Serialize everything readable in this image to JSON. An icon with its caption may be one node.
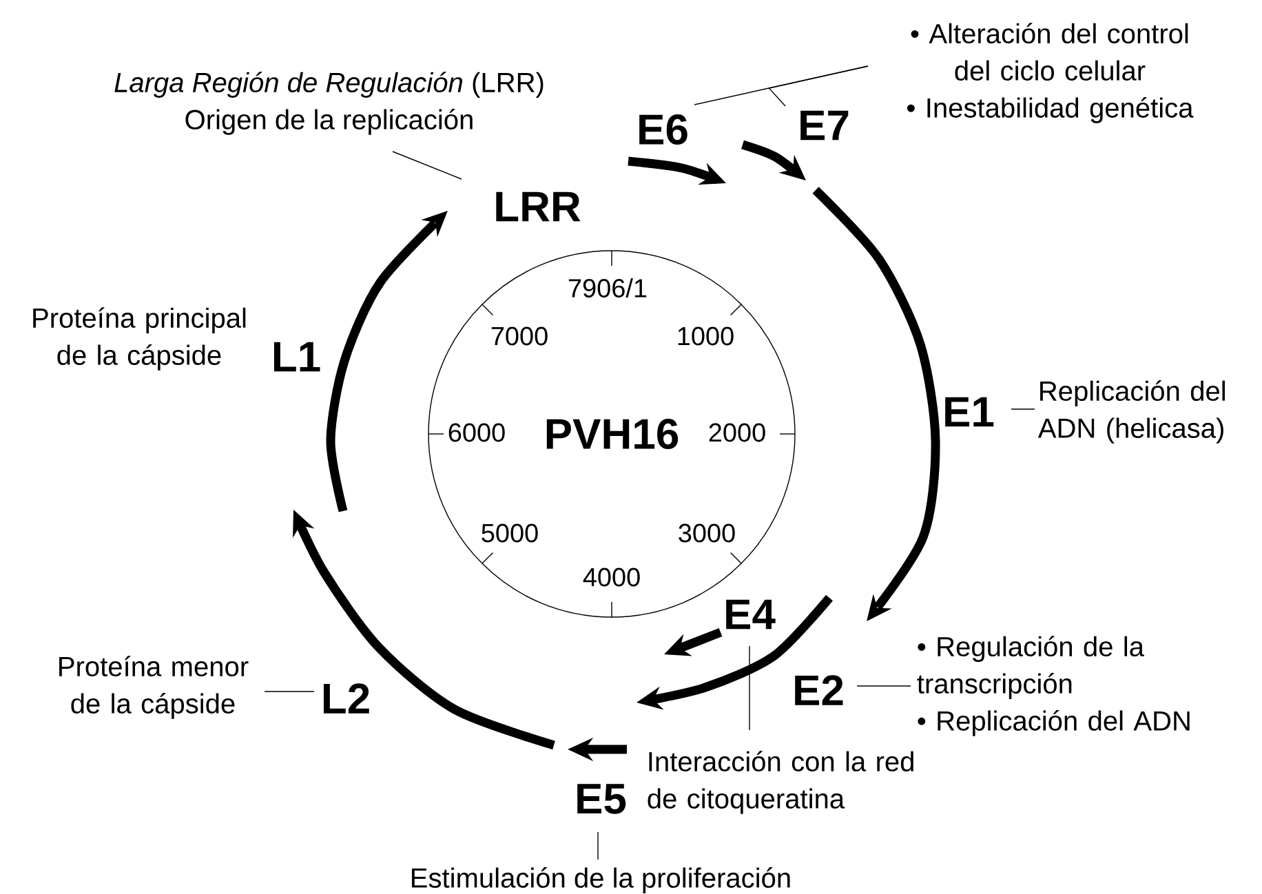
{
  "diagram": {
    "nodes": [
      {
        "text": [
          "*Larga Región de Regulación* (LRR)",
          "Origen de la replicación"
        ]
      },
      {
        "text": [
          "LRR"
        ]
      },
      {
        "text": [
          "• Alteración del control del ciclo celular",
          "• Inestabilidad genética"
        ]
      },
      {
        "text": [
          "E6"
        ]
      },
      {
        "text": [
          "E7"
        ]
      },
      {
        "text": [
          "L1"
        ],
        "beside": [
          "Proteína principal de la cápside"
        ]
      },
      {
        "text": [
          "PVH16"
        ]
      },
      {
        "text": [
          "E1"
        ]
      },
      {
        "text": [
          "Replicación del ADN (helicasa)"
        ]
      },
      {
        "text": [
          "E4"
        ]
      },
      {
        "text": [
          "E2"
        ]
      },
      {
        "text": [
          "• Regulación de la transcripción",
          "• Replicación del ADN"
        ]
      },
      {
        "text": [
          "Proteína menor de la cápside"
        ]
      },
      {
        "text": [
          "L2"
        ]
      },
      {
        "text": [
          "Interacción con la red de citoqueratina"
        ]
      },
      {
        "text": [
          "E5"
        ]
      },
      {
        "text": [
          "Estimulación de la proliferación"
        ]
      }
    ],
    "edges": [
      {
        "from": 0,
        "to": 1,
        "arrow": "none"
      },
      {
        "from": 2,
        "to": 3,
        "arrow": "none"
      },
      {
        "from": 2,
        "to": 4,
        "arrow": "none"
      },
      {
        "from": 8,
        "to": 7,
        "arrow": "none"
      },
      {
        "from": 9,
        "to": 14,
        "arrow": "none"
      },
      {
        "from": 11,
        "to": 10,
        "arrow": "none"
      },
      {
        "from": 12,
        "to": 13,
        "arrow": "none"
      },
      {
        "from": 15,
        "to": 16,
        "arrow": "none"
      }
    ],
    "labels": [
      "7906/1",
      "7000",
      "1000",
      "6000",
      "2000",
      "5000",
      "3000",
      "4000"
    ]
  }
}
